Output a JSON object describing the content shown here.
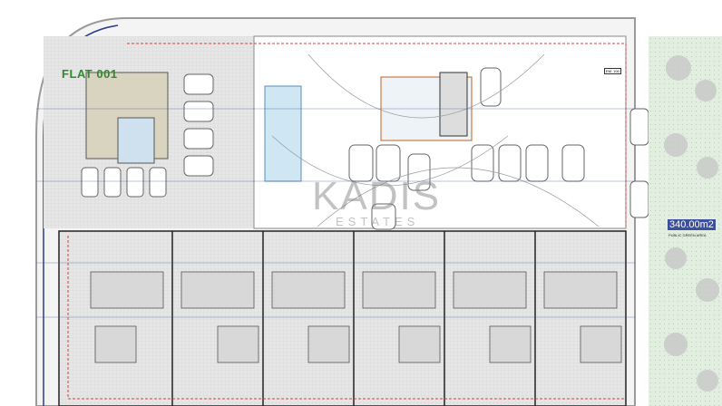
{
  "plan": {
    "flat_label": "FLAT 001",
    "area_label": "340.00m2",
    "area_sublabel": "PUBLIC GREEN AREA",
    "watermark": "KADIS",
    "watermark_sub": "ESTATES",
    "parking_tag": "EM. 100",
    "house_units": 6,
    "colors": {
      "grid": "#e3e3e3",
      "green": "#dfeedd",
      "plan_line": "#3a5aa8",
      "boundary": "#d04040",
      "flat_label": "#2e8b2e",
      "area_badge": "#3b4f9c"
    }
  }
}
